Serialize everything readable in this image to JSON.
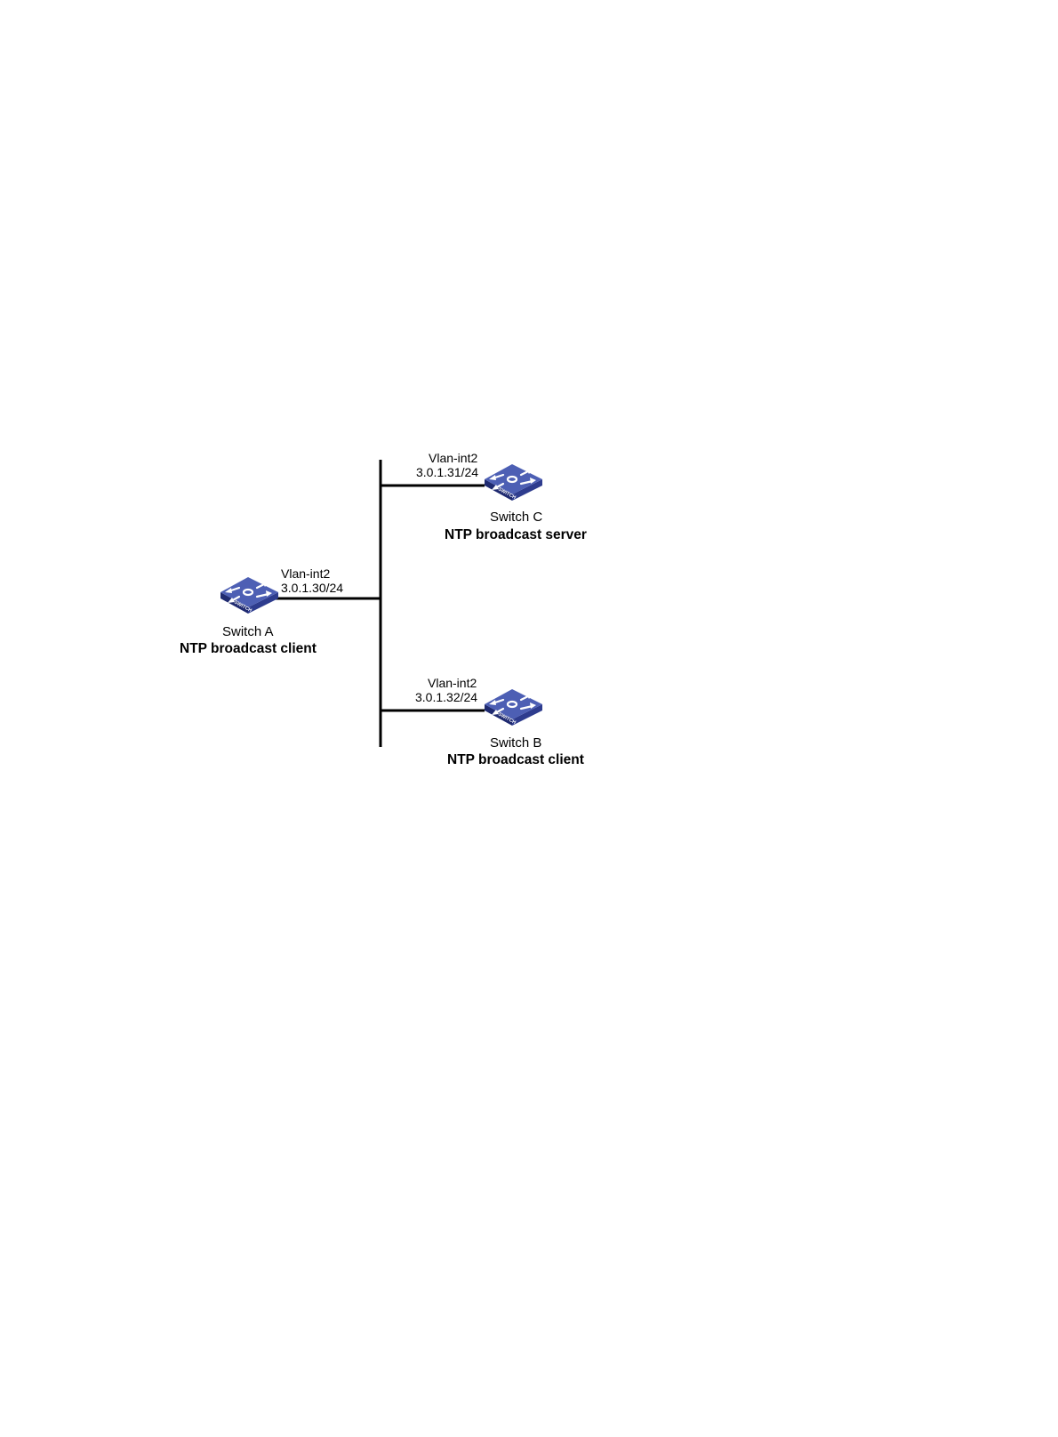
{
  "colors": {
    "switch_top": "#4d5fb4",
    "switch_side": "#2e3c8e",
    "switch_front": "#1f2a70",
    "arrow": "#ffffff",
    "line": "#000000"
  },
  "nodes": {
    "switch_a": {
      "icon": "switch-icon",
      "badge": "SWITCH",
      "name": "Switch A",
      "role": "NTP broadcast client",
      "interface": "Vlan-int2",
      "ip": "3.0.1.30/24"
    },
    "switch_b": {
      "icon": "switch-icon",
      "badge": "SWITCH",
      "name": "Switch B",
      "role": "NTP broadcast client",
      "interface": "Vlan-int2",
      "ip": "3.0.1.32/24"
    },
    "switch_c": {
      "icon": "switch-icon",
      "badge": "SWITCH",
      "name": "Switch C",
      "role": "NTP broadcast server",
      "interface": "Vlan-int2",
      "ip": "3.0.1.31/24"
    }
  }
}
